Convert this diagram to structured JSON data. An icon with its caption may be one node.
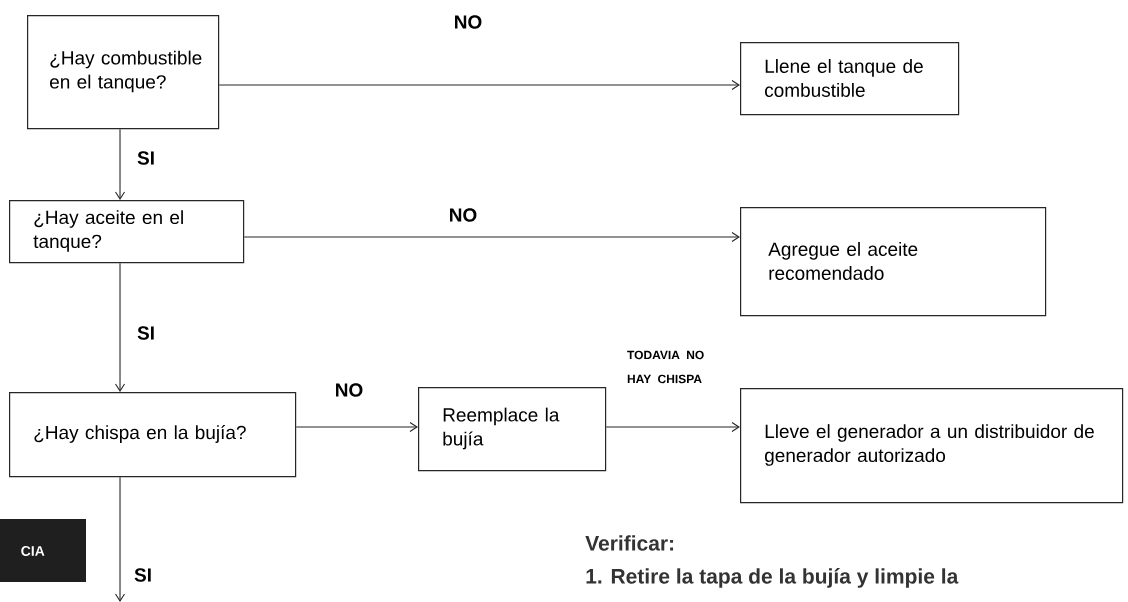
{
  "diagram": {
    "nodes": [
      {
        "text": [
          "¿Hay combustible en el tanque?"
        ]
      },
      {
        "text": [
          "Llene el tanque de combustible"
        ]
      },
      {
        "text": [
          "¿Hay aceite en el tanque?"
        ]
      },
      {
        "text": [
          "Agregue el aceite recomendado"
        ]
      },
      {
        "text": [
          "¿Hay chispa en la bujía?"
        ]
      },
      {
        "text": [
          "Reemplace la bujía"
        ]
      },
      {
        "text": [
          "Lleve el generador a un distribuidor de generador autorizado"
        ]
      }
    ],
    "edges": [
      {
        "from": 0,
        "to": 1,
        "arrow": "to",
        "label": "NO"
      },
      {
        "from": 0,
        "to": 2,
        "arrow": "to",
        "label": "SI"
      },
      {
        "from": 2,
        "to": 3,
        "arrow": "to",
        "label": "NO"
      },
      {
        "from": 2,
        "to": 4,
        "arrow": "to",
        "label": "SI"
      },
      {
        "from": 4,
        "to": 5,
        "arrow": "to",
        "label": "NO"
      },
      {
        "from": 5,
        "to": 6,
        "arrow": "to",
        "label": "TODAVIA NO HAY CHISPA"
      },
      {
        "from": 4,
        "to": null,
        "arrow": "to",
        "label": "SI"
      }
    ],
    "labels": [
      "CIA",
      "Verificar:",
      "1. Retire la tapa de la bujía y limpie la"
    ]
  }
}
